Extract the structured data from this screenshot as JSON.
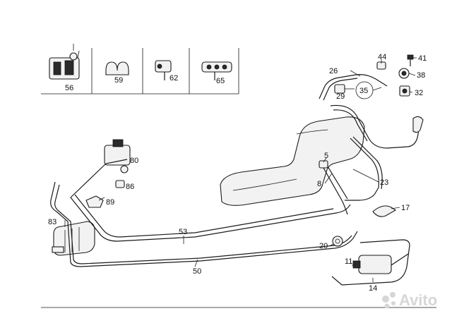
{
  "diagram": {
    "callouts": [
      "56",
      "59",
      "62",
      "65",
      "44",
      "41",
      "26",
      "38",
      "29",
      "35",
      "32",
      "80",
      "86",
      "89",
      "5",
      "8",
      "23",
      "17",
      "83",
      "53",
      "20",
      "11",
      "50",
      "14"
    ]
  },
  "watermark": {
    "text": "Avito"
  },
  "colors": {
    "ink": "#1a1a1a",
    "background": "#ffffff"
  }
}
